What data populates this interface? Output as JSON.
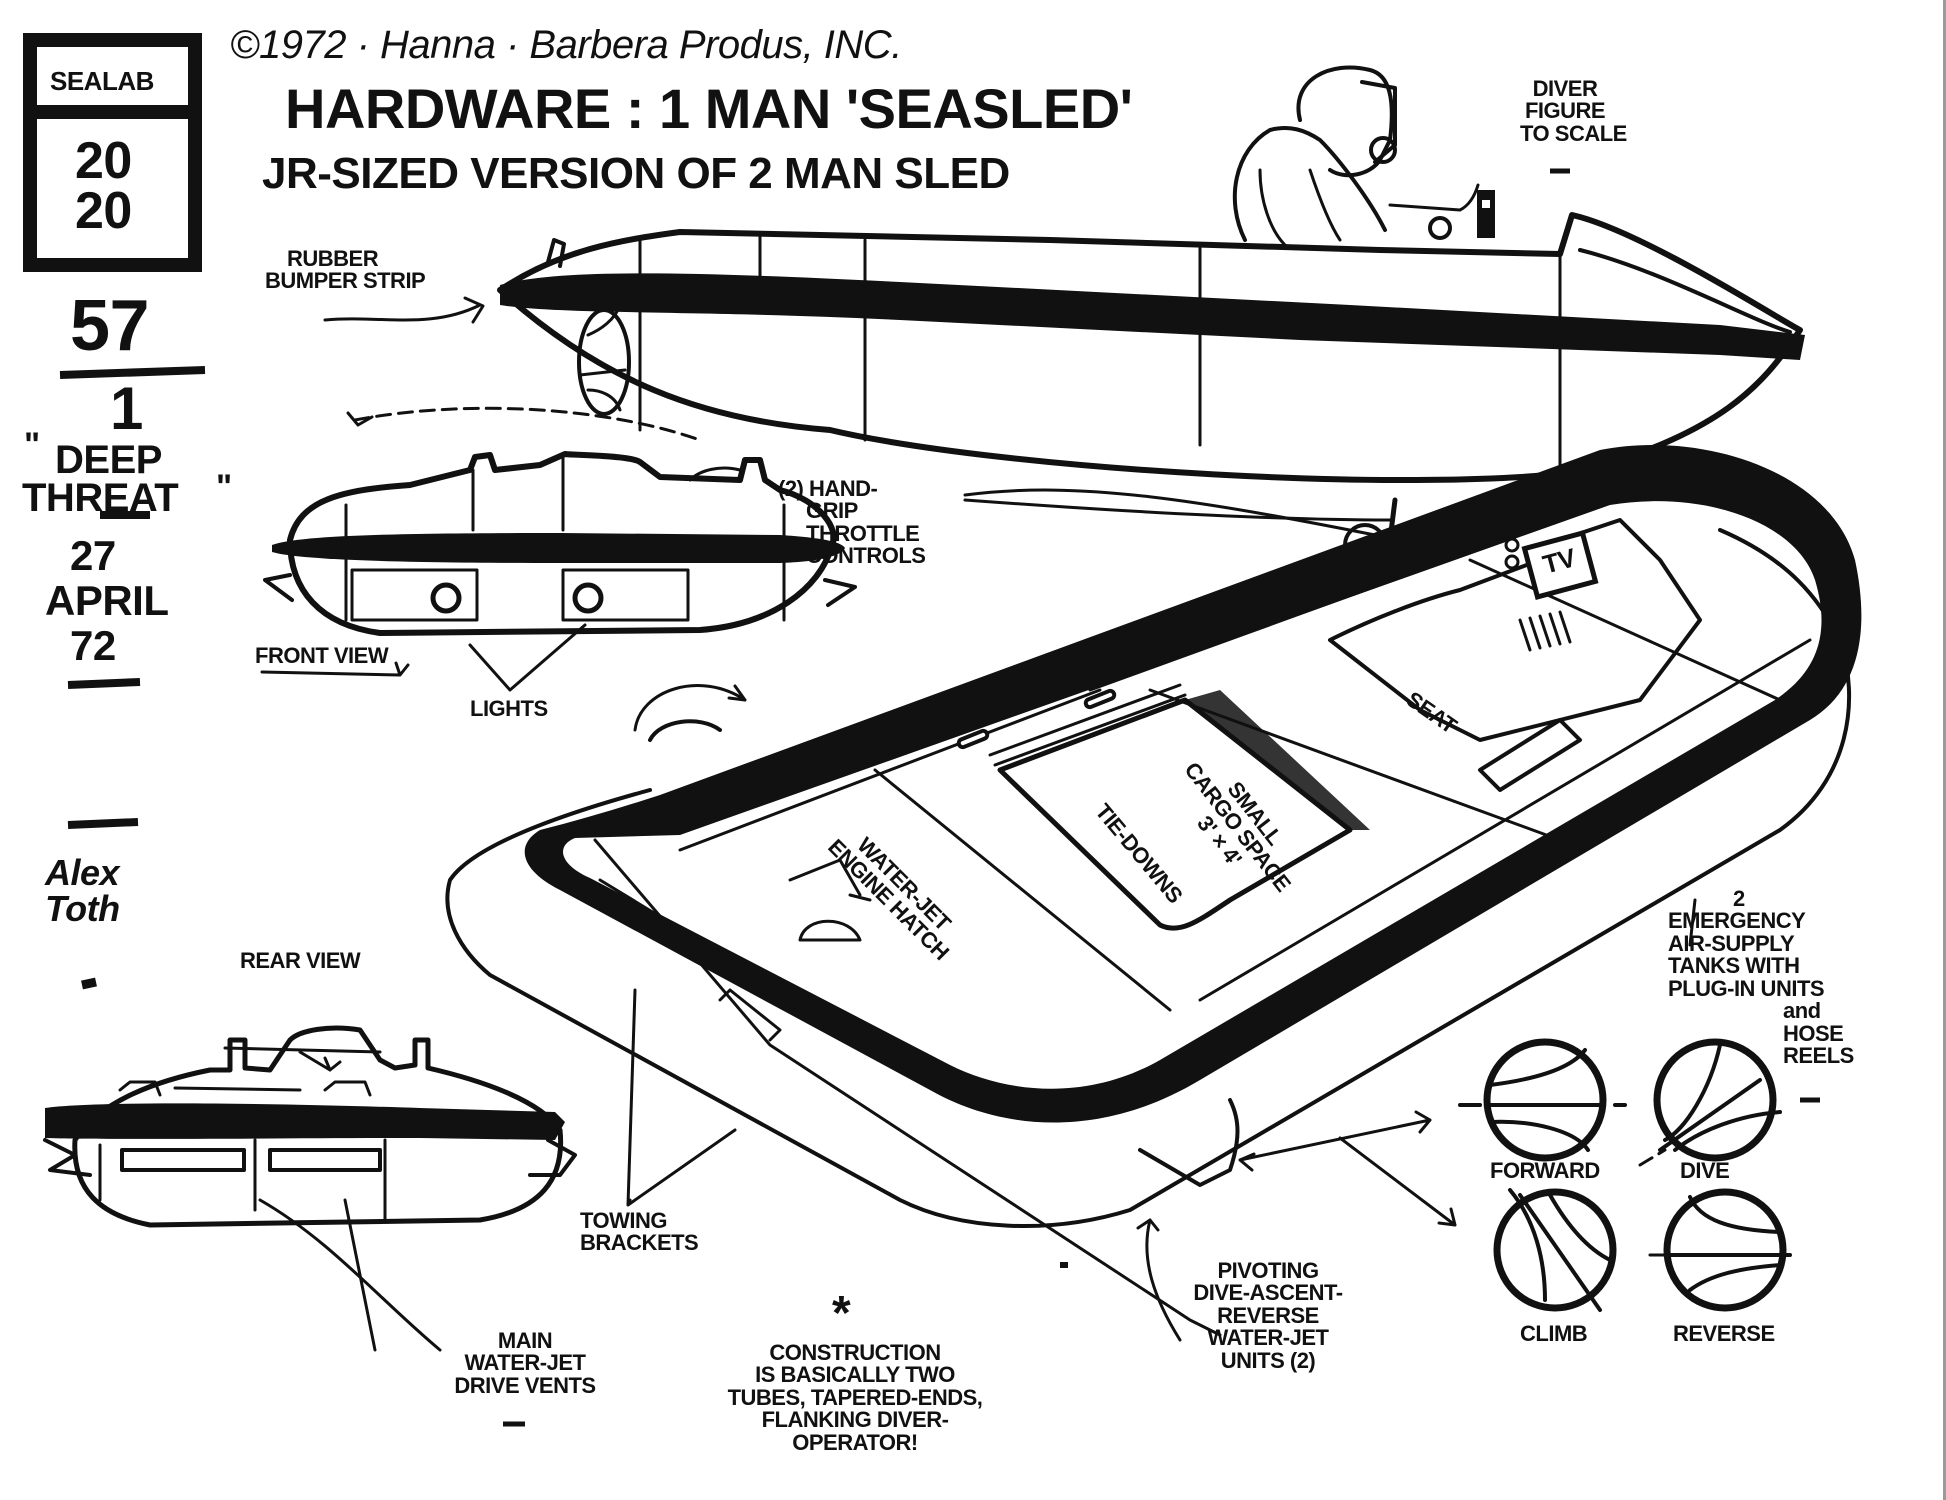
{
  "header": {
    "copyright": "©1972 · Hanna · Barbera Produs, INC.",
    "title": "HARDWARE : 1 MAN 'SEASLED'",
    "subtitle": "JR-SIZED VERSION OF 2 MAN SLED"
  },
  "sidebar": {
    "show_name": "SEALAB",
    "show_number_top": "20",
    "show_number_bottom": "20",
    "sheet_number": "57",
    "episode_number": "1",
    "episode_title_open": "\"",
    "episode_title_line1": "DEEP",
    "episode_title_line2": "THREAT",
    "episode_title_close": "\"",
    "date_day": "27",
    "date_month": "APRIL",
    "date_year": "72",
    "artist_signature": "Alex Toth"
  },
  "labels": {
    "diver_figure": [
      "DIVER",
      "FIGURE",
      "to SCALE"
    ],
    "rubber_bumper": [
      "RUBBER",
      "BUMPER STRIP"
    ],
    "hand_grip": [
      "(2) HAND-",
      "GRIP",
      "THROTTLE",
      "CONTROLS"
    ],
    "front_view": "FRONT VIEW",
    "lights": "LIGHTS",
    "rear_view": "REAR VIEW",
    "main_vents": [
      "MAIN",
      "WATER-JET",
      "DRIVE VENTS"
    ],
    "towing_brackets": [
      "TOWING",
      "BRACKETS"
    ],
    "engine_hatch": [
      "WATER-JET",
      "ENGINE HATCH"
    ],
    "cargo": [
      "SMALL",
      "CARGO SPACE",
      "3' × 4'"
    ],
    "tiedowns": "TIE-DOWNS",
    "seat": "SEAT",
    "tv": "TV",
    "emergency": [
      "2",
      "EMERGENCY",
      "AIR-SUPPLY",
      "TANKS WITH",
      "PLUG-IN UNITS",
      "and",
      "HOSE",
      "REELS"
    ],
    "pivoting": [
      "PIVOTING",
      "DIVE-ASCENT-",
      "REVERSE",
      "WATER-JET",
      "UNITS (2)"
    ],
    "construction_mark": "*",
    "construction": [
      "CONSTRUCTION",
      "IS BASICALLY TWO",
      "TUBES, TAPERED-ENDS,",
      "FLANKING DIVER-",
      "OPERATOR!"
    ]
  },
  "jet_modes": [
    "FORWARD",
    "DIVE",
    "CLIMB",
    "REVERSE"
  ],
  "colors": {
    "ink": "#111111",
    "paper": "#ffffff",
    "edge": "#9a9a9a"
  }
}
